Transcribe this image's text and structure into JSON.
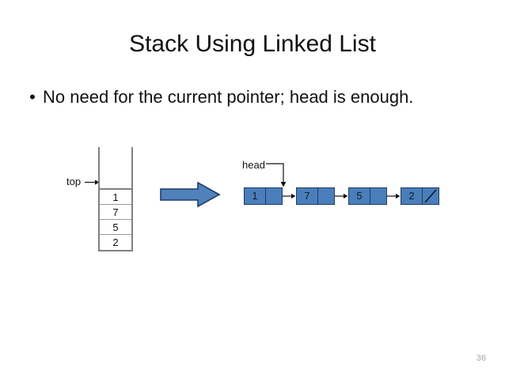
{
  "slide": {
    "title": "Stack Using Linked List",
    "page_number": "36",
    "bullets": [
      {
        "marker": "•",
        "text": "No need for the current pointer; head is enough."
      }
    ]
  },
  "diagram": {
    "stack": {
      "label": "top",
      "cells": [
        "1",
        "7",
        "5",
        "2"
      ]
    },
    "transform_arrow": {
      "icon": "right-block-arrow",
      "fill": "#4f81bd",
      "stroke": "#1f3c63"
    },
    "linked_list": {
      "label": "head",
      "nodes": [
        {
          "value": "1",
          "next": "pointer"
        },
        {
          "value": "7",
          "next": "pointer"
        },
        {
          "value": "5",
          "next": "pointer"
        },
        {
          "value": "2",
          "next": "null"
        }
      ],
      "node_fill": "#4a7ebb",
      "node_stroke": "#1f3c63"
    }
  },
  "colors": {
    "background": "#ffffff",
    "text": "#111111",
    "stack_stroke": "#808080",
    "page_number": "#a6a6a6"
  }
}
